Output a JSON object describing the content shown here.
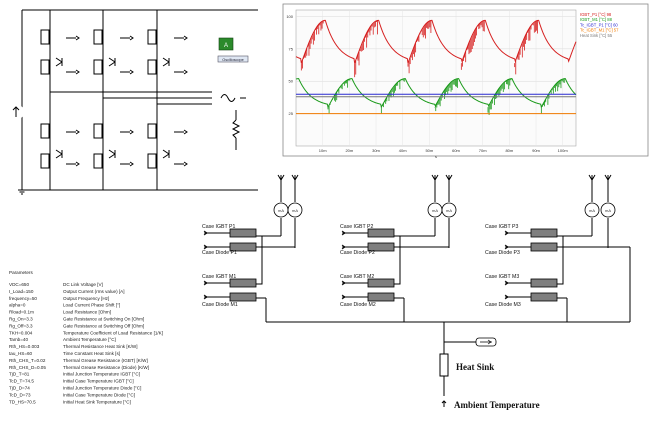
{
  "buttons": {
    "green_label": "A",
    "scope_label": "Oscilloscope"
  },
  "case_labels": {
    "p1": "Case IGBT P1",
    "p2": "Case IGBT P2",
    "p3": "Case IGBT P3",
    "m1": "Case IGBT M1",
    "m2": "Case IGBT M2",
    "m3": "Case IGBT M3",
    "dm1": "Case Diode M1",
    "dm2": "Case Diode M2",
    "dm3": "Case Diode M3",
    "dp1": "Case Diode P1",
    "dp2": "Case Diode P2",
    "dp3": "Case Diode P3"
  },
  "meters": [
    "mA",
    "mA",
    "mA",
    "mA",
    "mA",
    "mA"
  ],
  "heat_sink_label": "Heat Sink",
  "ambient_label": "Ambient Temperature",
  "parameters": {
    "heading": "Parameters",
    "rows": [
      {
        "name": "VDC=650",
        "desc": "DC Link Voltage [V]"
      },
      {
        "name": "I_Load=150",
        "desc": "Output Current   (rms value) [A]"
      },
      {
        "name": "frequency=50",
        "desc": "Output Frequency [Hz]"
      },
      {
        "name": "alpha=0",
        "desc": "Load Current Phase Shift [°]"
      },
      {
        "name": "Rload=0.1m",
        "desc": "Load Resistance [Ohm]"
      },
      {
        "name": "Rg_On=3.3",
        "desc": "Gate Resistance at Switching On [Ohm]"
      },
      {
        "name": "Rg_Off=3.3",
        "desc": "Gate Resistance at Switching Off [Ohm]"
      },
      {
        "name": "TKH=0.004",
        "desc": "Temperature Coefficient of Load Resistance [1/K]"
      },
      {
        "name": "Tamb=40",
        "desc": "Ambient Temperature [°C]"
      },
      {
        "name": "Rth_HS=0.003",
        "desc": "Thermal Resistance Heat Sink [K/W]"
      },
      {
        "name": "tau_HS=60",
        "desc": "Time Constant Heat Sink [s]"
      },
      {
        "name": "Rth_CHS_T=0.02",
        "desc": "Thermal Grease Resistance (IGBT) [K/W]"
      },
      {
        "name": "Rth_CHS_D=0.05",
        "desc": "Thermal Grease Resistance (Diode) [K/W]"
      },
      {
        "name": "TjD_T=81",
        "desc": "Initial Junction Temperature IGBT [°C]"
      },
      {
        "name": "TcD_T=74.5",
        "desc": "Initial Case Temperature IGBT [°C]"
      },
      {
        "name": "TjD_D=74",
        "desc": "Initial Junction Temperature Diode [°C]"
      },
      {
        "name": "TcD_D=73",
        "desc": "Initial Case Temperature Diode [°C]"
      },
      {
        "name": "TD_HS=70.5",
        "desc": "Initial Heat Sink Temperature [°C]"
      }
    ]
  },
  "chart_data": {
    "type": "line",
    "title": "",
    "xlabel": "s",
    "ylabel": "",
    "y_ticks": [
      "100",
      "75",
      "50",
      "25"
    ],
    "x_ticks": [
      "10m",
      "20m",
      "30m",
      "40m",
      "50m",
      "60m",
      "70m",
      "80m",
      "90m",
      "100m"
    ],
    "xlim": [
      0,
      0.105
    ],
    "ylim": [
      0,
      105
    ],
    "series": [
      {
        "name": "IGBT_P1 [°C] 98",
        "color": "#d62020",
        "shape": "sawtooth",
        "period": 0.02,
        "phase": 0.002,
        "min": 64,
        "max": 97,
        "noise": true
      },
      {
        "name": "IGBT_M1 [°C] 88",
        "color": "#1a9a1a",
        "shape": "sawtooth",
        "period": 0.02,
        "phase": 0.012,
        "min": 30,
        "max": 52,
        "noise": true
      },
      {
        "name": "Tc_IGBT_P1 [°C] 60",
        "color": "#2b2bd0",
        "shape": "flat",
        "value": 40
      },
      {
        "name": "Tc_IGBT_M1 [°C] 57",
        "color": "#f07a00",
        "shape": "flat",
        "value": 25
      },
      {
        "name": "Heat Sink [°C] 55",
        "color": "#777777",
        "shape": "flat",
        "value": 38
      }
    ]
  }
}
